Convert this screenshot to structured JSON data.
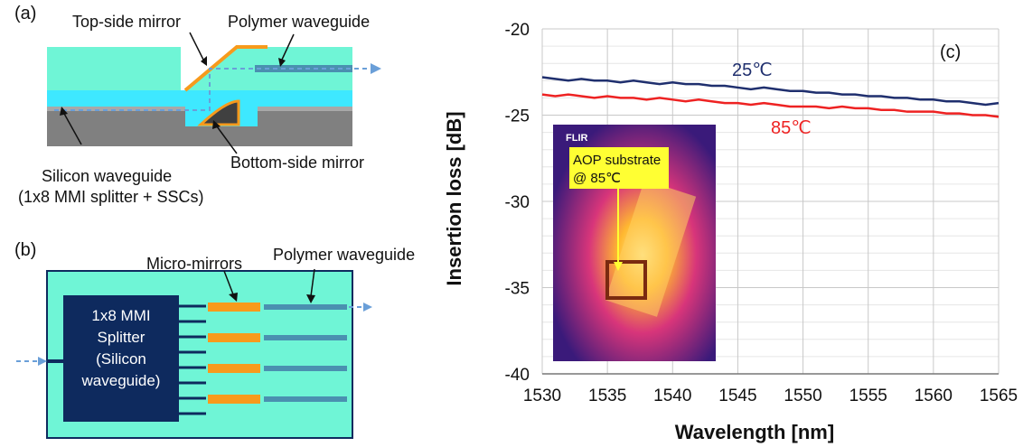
{
  "panel_a": {
    "letter": "(a)",
    "top_mirror_label": "Top-side mirror",
    "polymer_label": "Polymer waveguide",
    "bottom_mirror_label": "Bottom-side mirror",
    "silicon_label_line1": "Silicon waveguide",
    "silicon_label_line2": "(1x8 MMI splitter + SSCs)"
  },
  "panel_b": {
    "letter": "(b)",
    "micro_mirrors_label": "Micro-mirrors",
    "polymer_label": "Polymer waveguide",
    "splitter_lines": [
      "1x8 MMI",
      "Splitter",
      "(Silicon",
      "waveguide)"
    ]
  },
  "colors": {
    "cladding": "#6ff5d6",
    "core_light": "#3ee8ff",
    "substrate": "#808080",
    "mirror": "#f79a1c",
    "polymer_core": "#4a90b0",
    "splitter": "#0e2a5e",
    "arrow": "#6a9fd8",
    "line_25": "#1f2f6e",
    "line_85": "#ee2222"
  },
  "chart_data": {
    "type": "line",
    "panel_letter": "(c)",
    "xlabel": "Wavelength [nm]",
    "ylabel": "Insertion loss  [dB]",
    "xlim": [
      1530,
      1565
    ],
    "ylim": [
      -40,
      -20
    ],
    "xticks": [
      1530,
      1535,
      1540,
      1545,
      1550,
      1555,
      1560,
      1565
    ],
    "yticks": [
      -20,
      -25,
      -30,
      -35,
      -40
    ],
    "grid": true,
    "series": [
      {
        "name": "25℃",
        "color": "#1f2f6e",
        "x": [
          1530,
          1531,
          1532,
          1533,
          1534,
          1535,
          1536,
          1537,
          1538,
          1539,
          1540,
          1541,
          1542,
          1543,
          1544,
          1545,
          1546,
          1547,
          1548,
          1549,
          1550,
          1551,
          1552,
          1553,
          1554,
          1555,
          1556,
          1557,
          1558,
          1559,
          1560,
          1561,
          1562,
          1563,
          1564,
          1565
        ],
        "y": [
          -22.8,
          -22.9,
          -23.0,
          -22.9,
          -23.0,
          -23.0,
          -23.1,
          -23.0,
          -23.1,
          -23.2,
          -23.1,
          -23.2,
          -23.2,
          -23.3,
          -23.3,
          -23.4,
          -23.5,
          -23.4,
          -23.5,
          -23.6,
          -23.6,
          -23.7,
          -23.7,
          -23.8,
          -23.8,
          -23.9,
          -23.9,
          -24.0,
          -24.0,
          -24.1,
          -24.1,
          -24.2,
          -24.2,
          -24.3,
          -24.4,
          -24.3
        ]
      },
      {
        "name": "85℃",
        "color": "#ee2222",
        "x": [
          1530,
          1531,
          1532,
          1533,
          1534,
          1535,
          1536,
          1537,
          1538,
          1539,
          1540,
          1541,
          1542,
          1543,
          1544,
          1545,
          1546,
          1547,
          1548,
          1549,
          1550,
          1551,
          1552,
          1553,
          1554,
          1555,
          1556,
          1557,
          1558,
          1559,
          1560,
          1561,
          1562,
          1563,
          1564,
          1565
        ],
        "y": [
          -23.8,
          -23.9,
          -23.8,
          -23.9,
          -24.0,
          -23.9,
          -24.0,
          -24.0,
          -24.1,
          -24.0,
          -24.1,
          -24.2,
          -24.1,
          -24.2,
          -24.3,
          -24.3,
          -24.4,
          -24.3,
          -24.4,
          -24.5,
          -24.5,
          -24.5,
          -24.6,
          -24.5,
          -24.6,
          -24.6,
          -24.7,
          -24.7,
          -24.8,
          -24.8,
          -24.8,
          -24.9,
          -24.9,
          -25.0,
          -25.0,
          -25.1
        ]
      }
    ],
    "inset": {
      "brand": "FLIR",
      "label_line1": "AOP substrate",
      "label_line2": "@ 85℃"
    }
  }
}
